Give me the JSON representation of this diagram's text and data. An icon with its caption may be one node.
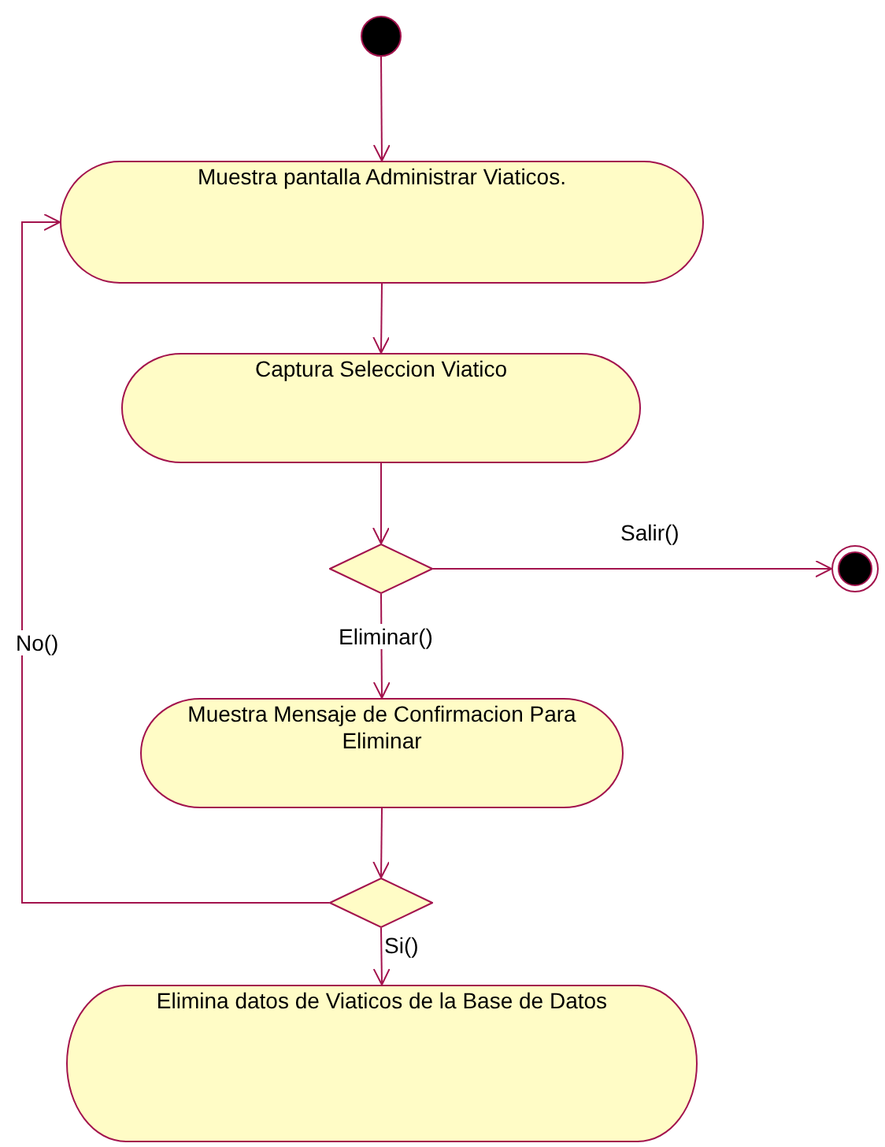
{
  "diagram": {
    "nodes": [
      {
        "text": [],
        "shape": "circle"
      },
      {
        "text": [
          "Muestra pantalla Administrar Viaticos."
        ]
      },
      {
        "text": [
          "Captura Seleccion Viatico"
        ]
      },
      {
        "text": [],
        "shape": "diamond"
      },
      {
        "text": [],
        "shape": "target"
      },
      {
        "text": [
          "Muestra Mensaje de Confirmacion Para Eliminar"
        ]
      },
      {
        "text": [],
        "shape": "diamond"
      },
      {
        "text": [
          "Elimina datos de Viaticos de la Base de Datos"
        ]
      }
    ],
    "edges": [
      {
        "from": 0,
        "to": 1,
        "arrow": "to"
      },
      {
        "from": 1,
        "to": 2,
        "arrow": "to"
      },
      {
        "from": 2,
        "to": 3,
        "arrow": "to"
      },
      {
        "from": 3,
        "to": 4,
        "arrow": "to",
        "label": "Salir()"
      },
      {
        "from": 3,
        "to": 5,
        "arrow": "to",
        "label": "Eliminar()"
      },
      {
        "from": 5,
        "to": 6,
        "arrow": "to"
      },
      {
        "from": 6,
        "to": 1,
        "arrow": "to",
        "label": "No()"
      },
      {
        "from": 6,
        "to": 7,
        "arrow": "to",
        "label": "Si()"
      }
    ]
  }
}
